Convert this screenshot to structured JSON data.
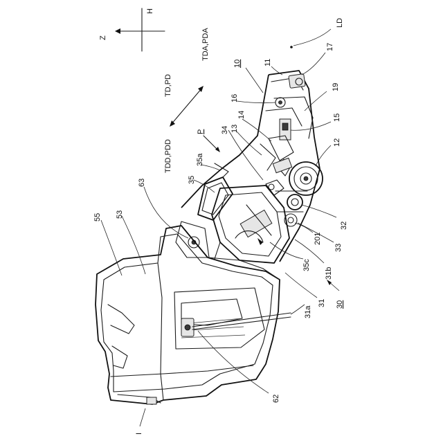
{
  "axes": {
    "vertical": "H",
    "horizontal": "Z"
  },
  "directions": {
    "upper": "TD,PD",
    "upper_right": "TDA,PDA",
    "lower": "TDD,PDD",
    "P": "P",
    "LD": "LD"
  },
  "labels": {
    "n10": "10",
    "n11": "11",
    "n17": "17",
    "n19": "19",
    "n16": "16",
    "n14": "14",
    "n15": "15",
    "n13": "13",
    "n34": "34",
    "n12": "12",
    "n35a": "35a",
    "n35": "35",
    "n63": "63",
    "n55": "55",
    "n53": "53",
    "n32": "32",
    "n201": "201",
    "n33": "33",
    "n35c": "35c",
    "n31b": "31b",
    "n31a": "31a",
    "n31": "31",
    "n30": "30",
    "n62": "62",
    "nI": "I"
  }
}
